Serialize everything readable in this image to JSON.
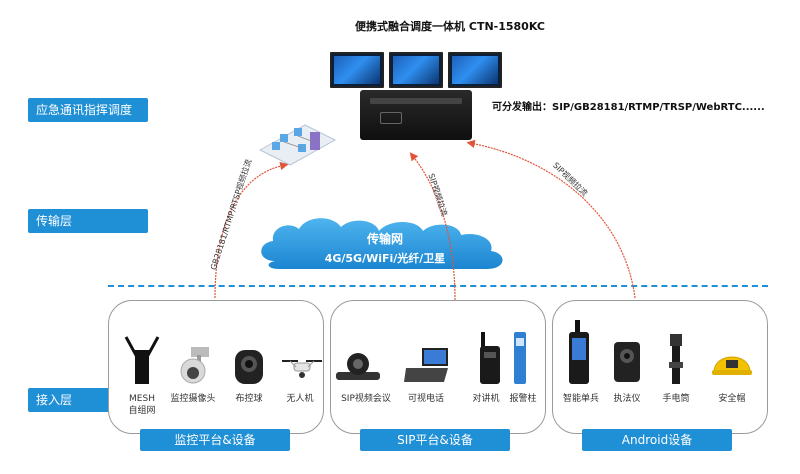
{
  "title": "便携式融合调度一体机 CTN-1580KC",
  "output_protocols": "可分发输出：SIP/GB28181/RTMP/TRSP/WebRTC......",
  "layers": {
    "command": "应急通讯指挥调度",
    "transport": "传输层",
    "access": "接入层"
  },
  "cloud": {
    "title": "传输网",
    "subtitle": "4G/5G/WiFi/光纤/卫星"
  },
  "arrows": {
    "left": "GB28181/RTMP/RTSP视频拉流",
    "middle": "SIP视频拉流",
    "right": "SIP视频拉流"
  },
  "groups": [
    {
      "label": "监控平台&设备",
      "items": [
        "MESH\n自组网",
        "监控摄像头",
        "布控球",
        "无人机"
      ]
    },
    {
      "label": "SIP平台&设备",
      "items": [
        "SIP视频会议",
        "可视电话",
        "对讲机",
        "报警柱"
      ]
    },
    {
      "label": "Android设备",
      "items": [
        "智能单兵",
        "执法仪",
        "手电筒",
        "安全帽"
      ]
    }
  ],
  "colors": {
    "accent": "#1f8fd6",
    "arrow": "#e0553a",
    "cloud": "#2a9be0"
  }
}
